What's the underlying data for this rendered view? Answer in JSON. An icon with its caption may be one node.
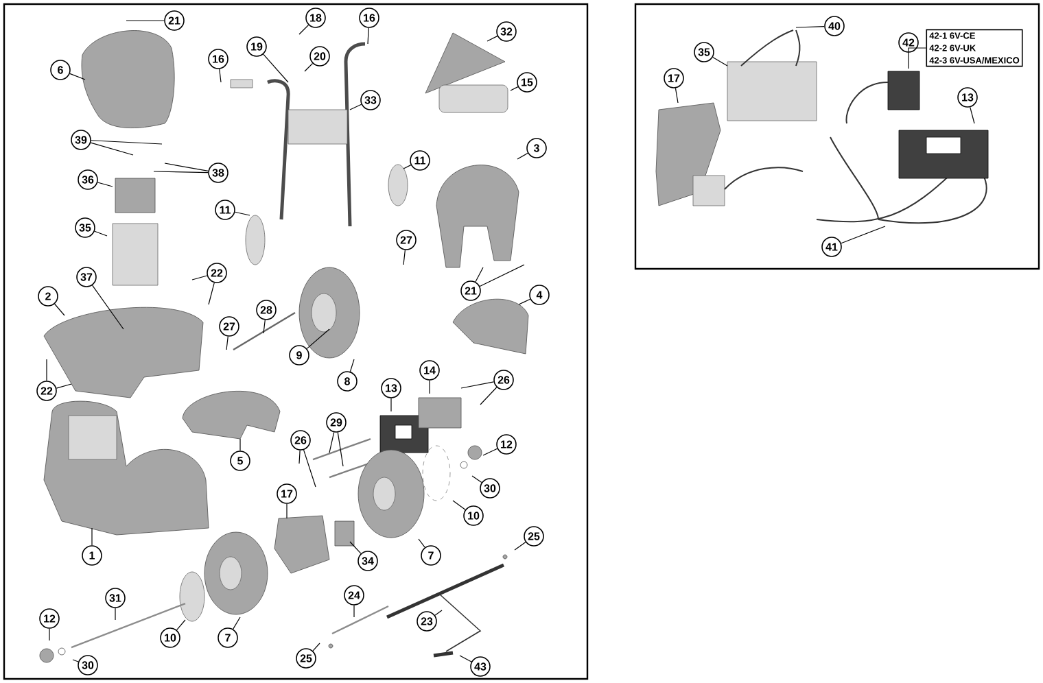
{
  "diagram": {
    "nodes": [
      {
        "text": [
          "21"
        ]
      },
      {
        "text": [
          "6"
        ]
      },
      {
        "text": [
          "16"
        ]
      },
      {
        "text": [
          "18"
        ]
      },
      {
        "text": [
          "16"
        ]
      },
      {
        "text": [
          "19"
        ]
      },
      {
        "text": [
          "20"
        ]
      },
      {
        "text": [
          "33"
        ]
      },
      {
        "text": [
          "32"
        ]
      },
      {
        "text": [
          "15"
        ]
      },
      {
        "text": [
          "39"
        ]
      },
      {
        "text": [
          "38"
        ]
      },
      {
        "text": [
          "36"
        ]
      },
      {
        "text": [
          "11"
        ]
      },
      {
        "text": [
          "11"
        ]
      },
      {
        "text": [
          "3"
        ]
      },
      {
        "text": [
          "35"
        ]
      },
      {
        "text": [
          "22"
        ]
      },
      {
        "text": [
          "27"
        ]
      },
      {
        "text": [
          "21"
        ]
      },
      {
        "text": [
          "4"
        ]
      },
      {
        "text": [
          "2"
        ]
      },
      {
        "text": [
          "37"
        ]
      },
      {
        "text": [
          "28"
        ]
      },
      {
        "text": [
          "27"
        ]
      },
      {
        "text": [
          "9"
        ]
      },
      {
        "text": [
          "8"
        ]
      },
      {
        "text": [
          "22"
        ]
      },
      {
        "text": [
          "5"
        ]
      },
      {
        "text": [
          "13"
        ]
      },
      {
        "text": [
          "14"
        ]
      },
      {
        "text": [
          "26"
        ]
      },
      {
        "text": [
          "29"
        ]
      },
      {
        "text": [
          "26"
        ]
      },
      {
        "text": [
          "12"
        ]
      },
      {
        "text": [
          "30"
        ]
      },
      {
        "text": [
          "17"
        ]
      },
      {
        "text": [
          "10"
        ]
      },
      {
        "text": [
          "1"
        ]
      },
      {
        "text": [
          "34"
        ]
      },
      {
        "text": [
          "7"
        ]
      },
      {
        "text": [
          "25"
        ]
      },
      {
        "text": [
          "12"
        ]
      },
      {
        "text": [
          "31"
        ]
      },
      {
        "text": [
          "10"
        ]
      },
      {
        "text": [
          "7"
        ]
      },
      {
        "text": [
          "30"
        ]
      },
      {
        "text": [
          "24"
        ]
      },
      {
        "text": [
          "23"
        ]
      },
      {
        "text": [
          "25"
        ]
      },
      {
        "text": [
          "43"
        ]
      },
      {
        "text": [
          "40"
        ]
      },
      {
        "text": [
          "35"
        ]
      },
      {
        "text": [
          "42"
        ]
      },
      {
        "text": [
          "17"
        ]
      },
      {
        "text": [
          "13"
        ]
      },
      {
        "text": [
          "41"
        ]
      },
      {
        "text": [
          "42-1 6V-CE",
          "42-2 6V-UK",
          "42-3 6V-USA/MEXICO"
        ]
      }
    ],
    "edges": [
      {
        "from": 0,
        "to": null,
        "arrow": "none"
      },
      {
        "from": 1,
        "to": null,
        "arrow": "none"
      },
      {
        "from": 2,
        "to": null,
        "arrow": "none"
      },
      {
        "from": 3,
        "to": null,
        "arrow": "none"
      },
      {
        "from": 4,
        "to": null,
        "arrow": "none"
      },
      {
        "from": 5,
        "to": null,
        "arrow": "none"
      },
      {
        "from": 6,
        "to": null,
        "arrow": "none"
      },
      {
        "from": 7,
        "to": null,
        "arrow": "none"
      },
      {
        "from": 8,
        "to": null,
        "arrow": "none"
      },
      {
        "from": 9,
        "to": null,
        "arrow": "none"
      },
      {
        "from": 10,
        "to": null,
        "arrow": "none"
      },
      {
        "from": 10,
        "to": null,
        "arrow": "none"
      },
      {
        "from": 11,
        "to": null,
        "arrow": "none"
      },
      {
        "from": 11,
        "to": null,
        "arrow": "none"
      },
      {
        "from": 12,
        "to": null,
        "arrow": "none"
      },
      {
        "from": 13,
        "to": null,
        "arrow": "none"
      },
      {
        "from": 14,
        "to": null,
        "arrow": "none"
      },
      {
        "from": 15,
        "to": null,
        "arrow": "none"
      },
      {
        "from": 16,
        "to": null,
        "arrow": "none"
      },
      {
        "from": 17,
        "to": null,
        "arrow": "none"
      },
      {
        "from": 17,
        "to": null,
        "arrow": "none"
      },
      {
        "from": 18,
        "to": null,
        "arrow": "none"
      },
      {
        "from": 19,
        "to": null,
        "arrow": "none"
      },
      {
        "from": 19,
        "to": null,
        "arrow": "none"
      },
      {
        "from": 20,
        "to": null,
        "arrow": "none"
      },
      {
        "from": 21,
        "to": null,
        "arrow": "none"
      },
      {
        "from": 22,
        "to": null,
        "arrow": "none"
      },
      {
        "from": 23,
        "to": null,
        "arrow": "none"
      },
      {
        "from": 24,
        "to": null,
        "arrow": "none"
      },
      {
        "from": 25,
        "to": null,
        "arrow": "none"
      },
      {
        "from": 26,
        "to": null,
        "arrow": "none"
      },
      {
        "from": 27,
        "to": null,
        "arrow": "none"
      },
      {
        "from": 27,
        "to": null,
        "arrow": "none"
      },
      {
        "from": 28,
        "to": null,
        "arrow": "none"
      },
      {
        "from": 29,
        "to": null,
        "arrow": "none"
      },
      {
        "from": 30,
        "to": null,
        "arrow": "none"
      },
      {
        "from": 31,
        "to": null,
        "arrow": "none"
      },
      {
        "from": 31,
        "to": null,
        "arrow": "none"
      },
      {
        "from": 32,
        "to": null,
        "arrow": "none"
      },
      {
        "from": 32,
        "to": null,
        "arrow": "none"
      },
      {
        "from": 33,
        "to": null,
        "arrow": "none"
      },
      {
        "from": 33,
        "to": null,
        "arrow": "none"
      },
      {
        "from": 34,
        "to": null,
        "arrow": "none"
      },
      {
        "from": 35,
        "to": null,
        "arrow": "none"
      },
      {
        "from": 36,
        "to": null,
        "arrow": "none"
      },
      {
        "from": 37,
        "to": null,
        "arrow": "none"
      },
      {
        "from": 38,
        "to": null,
        "arrow": "none"
      },
      {
        "from": 39,
        "to": null,
        "arrow": "none"
      },
      {
        "from": 40,
        "to": null,
        "arrow": "none"
      },
      {
        "from": 41,
        "to": null,
        "arrow": "none"
      },
      {
        "from": 42,
        "to": null,
        "arrow": "none"
      },
      {
        "from": 43,
        "to": null,
        "arrow": "none"
      },
      {
        "from": 44,
        "to": null,
        "arrow": "none"
      },
      {
        "from": 45,
        "to": null,
        "arrow": "none"
      },
      {
        "from": 46,
        "to": null,
        "arrow": "none"
      },
      {
        "from": 47,
        "to": null,
        "arrow": "none"
      },
      {
        "from": 48,
        "to": null,
        "arrow": "none"
      },
      {
        "from": 49,
        "to": null,
        "arrow": "none"
      },
      {
        "from": 50,
        "to": null,
        "arrow": "none"
      },
      {
        "from": 51,
        "to": null,
        "arrow": "none"
      },
      {
        "from": 52,
        "to": null,
        "arrow": "none"
      },
      {
        "from": 53,
        "to": null,
        "arrow": "none"
      },
      {
        "from": 53,
        "to": 57,
        "arrow": "none"
      },
      {
        "from": 54,
        "to": null,
        "arrow": "none"
      },
      {
        "from": 55,
        "to": null,
        "arrow": "none"
      },
      {
        "from": 56,
        "to": null,
        "arrow": "none"
      }
    ]
  }
}
